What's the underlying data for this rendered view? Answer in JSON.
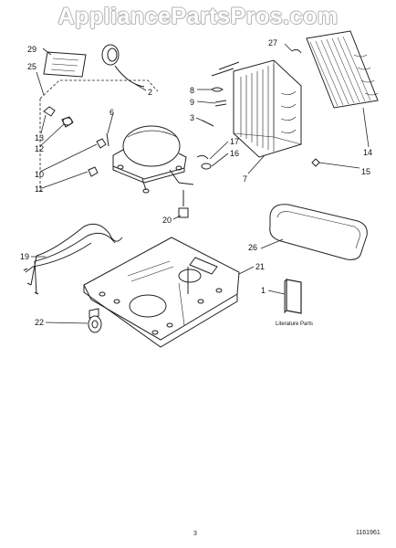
{
  "watermark": "AppliancePartsPros.com",
  "header": {
    "title": "",
    "subtitle": ""
  },
  "literature_label": "Literature Parts",
  "page_number": "3",
  "document_number": "1161961",
  "callouts": [
    "29",
    "2",
    "25",
    "6",
    "13",
    "12",
    "10",
    "11",
    "27",
    "8",
    "9",
    "3",
    "17",
    "16",
    "7",
    "14",
    "15",
    "20",
    "26",
    "19",
    "21",
    "1",
    "22"
  ]
}
